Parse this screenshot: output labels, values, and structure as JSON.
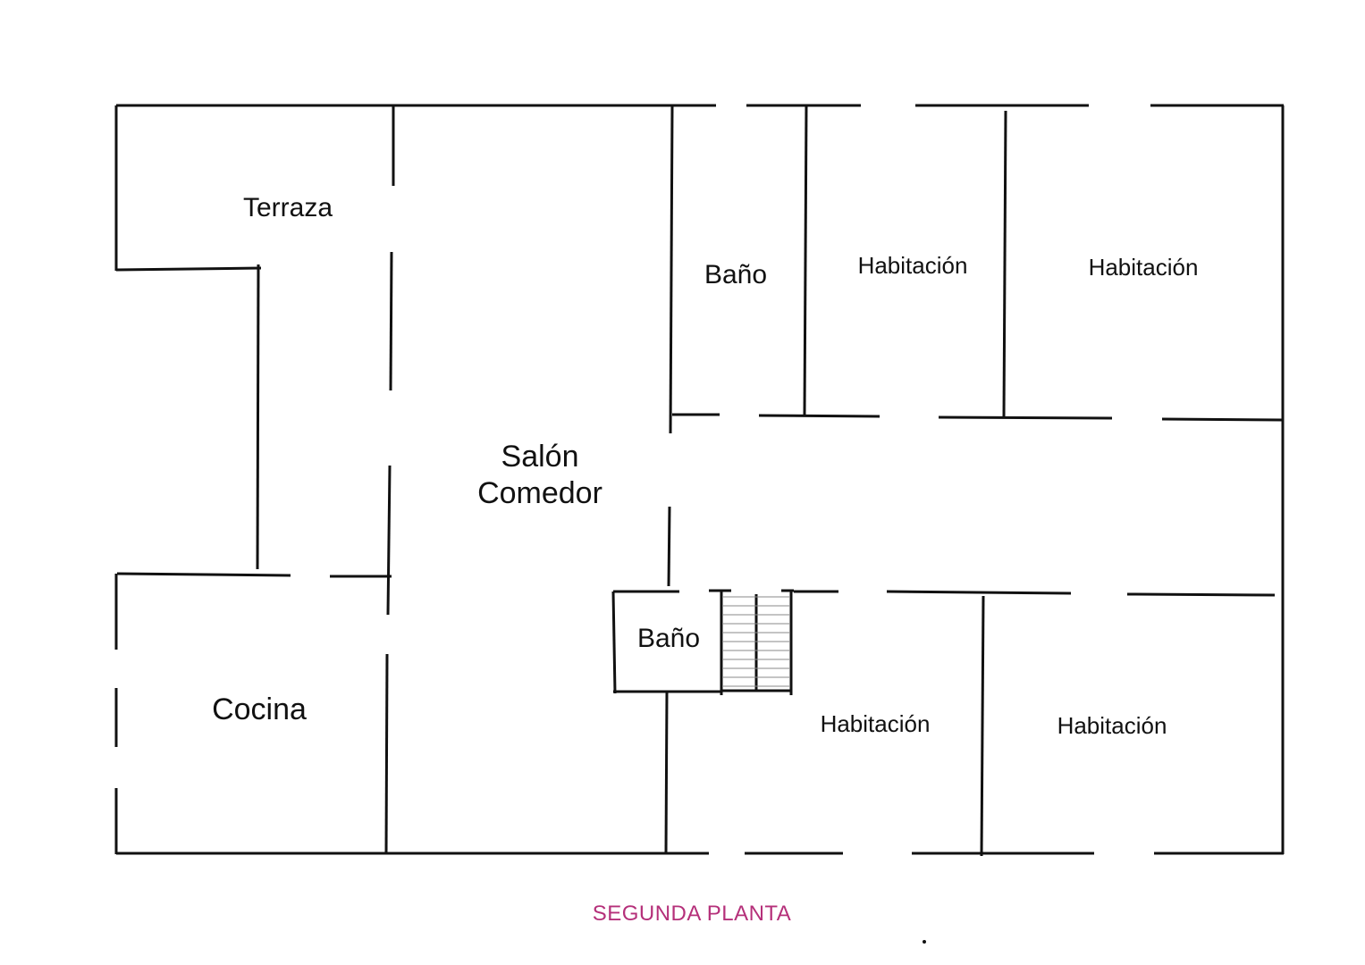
{
  "rooms": {
    "terraza": "Terraza",
    "salon_line1": "Salón",
    "salon_line2": "Comedor",
    "cocina": "Cocina",
    "bano_top": "Baño",
    "bano_bottom": "Baño",
    "habitacion_top_1": "Habitación",
    "habitacion_top_2": "Habitación",
    "habitacion_bottom_1": "Habitación",
    "habitacion_bottom_2": "Habitación"
  },
  "caption": {
    "text": "SEGUNDA PLANTA",
    "color": "#b5307a"
  }
}
